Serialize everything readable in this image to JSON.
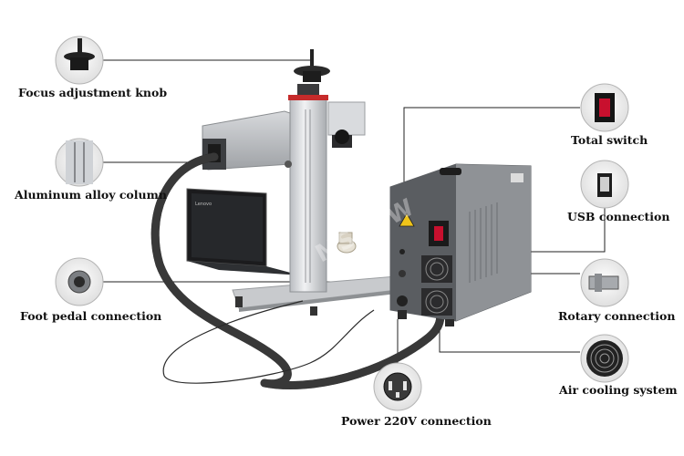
{
  "callouts": {
    "focus_knob": "Focus adjustment knob",
    "column": "Aluminum alloy column",
    "foot_pedal": "Foot pedal connection",
    "total_switch": "Total switch",
    "usb": "USB connection",
    "rotary": "Rotary connection",
    "air_cooling": "Air cooling system",
    "power": "Power 220V connection"
  },
  "device": {
    "laptop_brand": "Lenovo",
    "watermark": "MSHOW"
  },
  "colors": {
    "label_text": "#111111",
    "leader_line": "#222222",
    "power_switch_red": "#c8102e",
    "case_gray": "#8a8d91",
    "column_silver": "#e3e5e8",
    "cable_black": "#1f1f1f"
  }
}
